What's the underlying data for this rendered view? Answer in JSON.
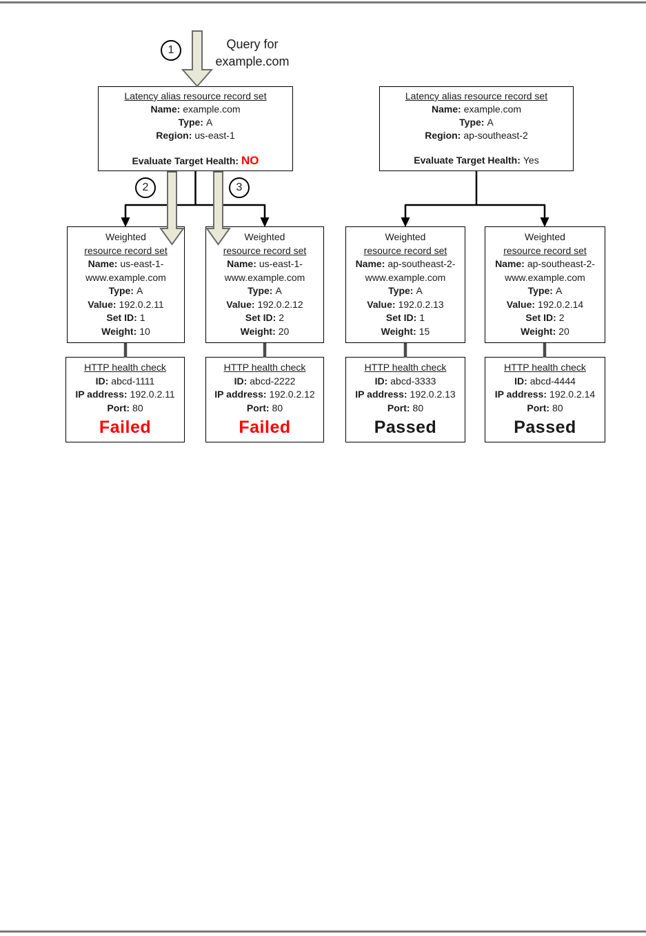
{
  "query": {
    "line1": "Query for",
    "line2": "example.com"
  },
  "steps": [
    "1",
    "2",
    "3"
  ],
  "colors": {
    "step_arrow_fill": "#e7e9d6",
    "step_arrow_stroke": "#6b6b6b",
    "connector_line": "#000000",
    "stub_line": "#4a4a4a",
    "page_rule": "#787878",
    "status_failed": "#ff0000",
    "status_passed": "#1a1a1a",
    "eth_no": "#ff0000"
  },
  "latency_sets": [
    {
      "title": "Latency alias resource record set",
      "name_label": "Name:",
      "name_value": "example.com",
      "type_label": "Type:",
      "type_value": "A",
      "region_label": "Region:",
      "region_value": "us-east-1",
      "eth_label": "Evaluate Target Health:",
      "eth_value": "NO"
    },
    {
      "title": "Latency alias resource record set",
      "name_label": "Name:",
      "name_value": "example.com",
      "type_label": "Type:",
      "type_value": "A",
      "region_label": "Region:",
      "region_value": "ap-southeast-2",
      "eth_label": "Evaluate Target Health:",
      "eth_value": "Yes"
    }
  ],
  "weighted_sets": [
    {
      "title_line1": "Weighted",
      "title_line2": "resource record set",
      "name_label": "Name:",
      "name_line1": "us-east-1-",
      "name_line2": "www.example.com",
      "type_label": "Type:",
      "type_value": "A",
      "value_label": "Value:",
      "value_value": "192.0.2.11",
      "set_id_label": "Set ID:",
      "set_id_value": "1",
      "weight_label": "Weight:",
      "weight_value": "10"
    },
    {
      "title_line1": "Weighted",
      "title_line2": "resource record set",
      "name_label": "Name:",
      "name_line1": "us-east-1-",
      "name_line2": "www.example.com",
      "type_label": "Type:",
      "type_value": "A",
      "value_label": "Value:",
      "value_value": "192.0.2.12",
      "set_id_label": "Set ID:",
      "set_id_value": "2",
      "weight_label": "Weight:",
      "weight_value": "20"
    },
    {
      "title_line1": "Weighted",
      "title_line2": "resource record set",
      "name_label": "Name:",
      "name_line1": "ap-southeast-2-",
      "name_line2": "www.example.com",
      "type_label": "Type:",
      "type_value": "A",
      "value_label": "Value:",
      "value_value": "192.0.2.13",
      "set_id_label": "Set ID:",
      "set_id_value": "1",
      "weight_label": "Weight:",
      "weight_value": "15"
    },
    {
      "title_line1": "Weighted",
      "title_line2": "resource record set",
      "name_label": "Name:",
      "name_line1": "ap-southeast-2-",
      "name_line2": "www.example.com",
      "type_label": "Type:",
      "type_value": "A",
      "value_label": "Value:",
      "value_value": "192.0.2.14",
      "set_id_label": "Set ID:",
      "set_id_value": "2",
      "weight_label": "Weight:",
      "weight_value": "20"
    }
  ],
  "health_checks": [
    {
      "title": "HTTP health check",
      "id_label": "ID:",
      "id_value": "abcd-1111",
      "ip_label": "IP address:",
      "ip_value": "192.0.2.11",
      "port_label": "Port:",
      "port_value": "80",
      "status": "Failed"
    },
    {
      "title": "HTTP health check",
      "id_label": "ID:",
      "id_value": "abcd-2222",
      "ip_label": "IP address:",
      "ip_value": "192.0.2.12",
      "port_label": "Port:",
      "port_value": "80",
      "status": "Failed"
    },
    {
      "title": "HTTP health check",
      "id_label": "ID:",
      "id_value": "abcd-3333",
      "ip_label": "IP address:",
      "ip_value": "192.0.2.13",
      "port_label": "Port:",
      "port_value": "80",
      "status": "Passed"
    },
    {
      "title": "HTTP health check",
      "id_label": "ID:",
      "id_value": "abcd-4444",
      "ip_label": "IP address:",
      "ip_value": "192.0.2.14",
      "port_label": "Port:",
      "port_value": "80",
      "status": "Passed"
    }
  ]
}
